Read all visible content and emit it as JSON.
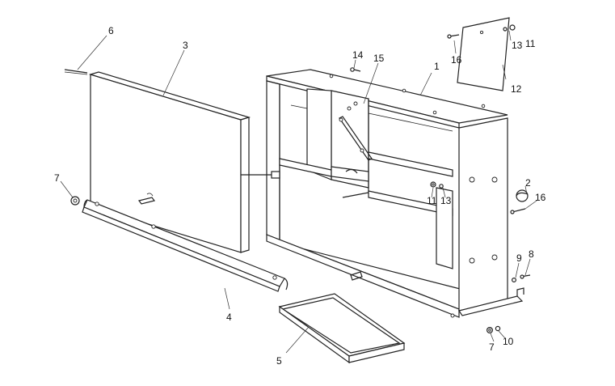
{
  "callouts": [
    {
      "id": "c1",
      "text": "1"
    },
    {
      "id": "c2",
      "text": "2"
    },
    {
      "id": "c3",
      "text": "3"
    },
    {
      "id": "c4",
      "text": "4"
    },
    {
      "id": "c5",
      "text": "5"
    },
    {
      "id": "c6",
      "text": "6"
    },
    {
      "id": "c7a",
      "text": "7"
    },
    {
      "id": "c7b",
      "text": "7"
    },
    {
      "id": "c8",
      "text": "8"
    },
    {
      "id": "c9",
      "text": "9"
    },
    {
      "id": "c10",
      "text": "10"
    },
    {
      "id": "c11a",
      "text": "11"
    },
    {
      "id": "c11b",
      "text": "11"
    },
    {
      "id": "c12",
      "text": "12"
    },
    {
      "id": "c13a",
      "text": "13"
    },
    {
      "id": "c13b",
      "text": "13"
    },
    {
      "id": "c14",
      "text": "14"
    },
    {
      "id": "c15",
      "text": "15"
    },
    {
      "id": "c16a",
      "text": "16"
    },
    {
      "id": "c16b",
      "text": "16"
    }
  ]
}
